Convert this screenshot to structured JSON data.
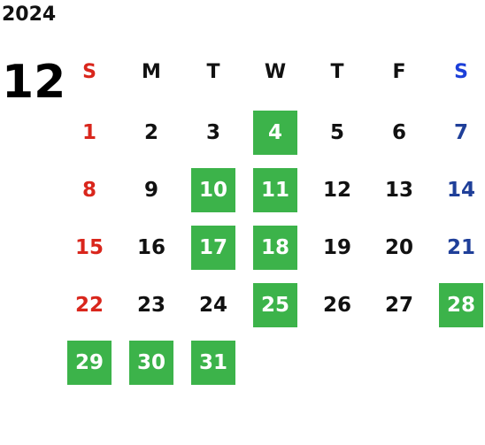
{
  "calendar": {
    "year": "2024",
    "month": "12",
    "weekday_headers": [
      "S",
      "M",
      "T",
      "W",
      "T",
      "F",
      "S"
    ],
    "first_weekday_index": 0,
    "days_in_month": 31,
    "highlighted_days": [
      4,
      10,
      11,
      17,
      18,
      25,
      28,
      29,
      30,
      31
    ],
    "colors": {
      "default_text": "#111111",
      "sunday": "#d9261c",
      "saturday_header": "#1c3fd9",
      "saturday_day": "#1f3f99",
      "highlight_bg": "#3cb34a",
      "highlight_text": "#ffffff"
    }
  }
}
